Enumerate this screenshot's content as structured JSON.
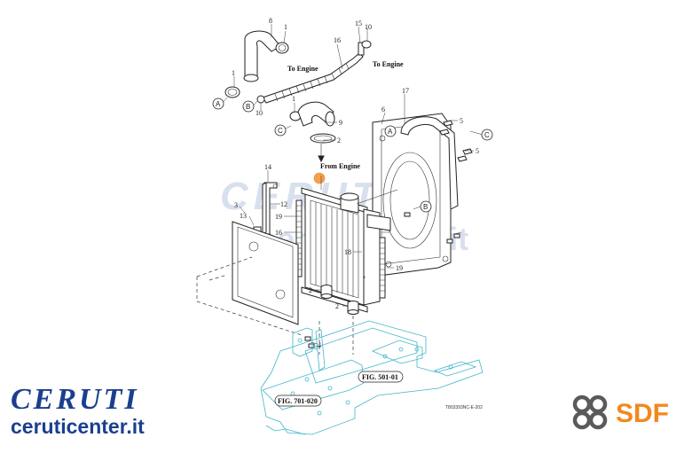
{
  "diagram": {
    "labels": {
      "n1a": "1",
      "n1b": "1",
      "n1c": "1",
      "n2a": "2",
      "n2b": "2",
      "n4": "4",
      "n5a": "5",
      "n5b": "5",
      "n6": "6",
      "n8": "8",
      "n9": "9",
      "n10a": "10",
      "n10b": "10",
      "n12": "12",
      "n13": "13",
      "n14": "14",
      "n15": "15",
      "n16": "16",
      "n16b": "16",
      "n17": "17",
      "n18": "18",
      "n19a": "19",
      "n19b": "19",
      "n3": "3"
    },
    "callouts": {
      "a1": "A",
      "a2": "A",
      "b1": "B",
      "b2": "B",
      "c1": "C",
      "c2": "C"
    },
    "notes": {
      "to_engine_1": "To Engine",
      "to_engine_2": "To Engine",
      "from_engine": "From Engine"
    },
    "figure_refs": {
      "fig_501": "FIG. 501-01",
      "fig_701": "FIG. 701-020"
    },
    "drawing_code": "T803393NC-E-202"
  },
  "watermark": {
    "line1": "CERUTI",
    "line2": "ceruticenter.it"
  },
  "brand": {
    "name": "CERUTI",
    "site": "ceruticenter.it"
  },
  "sdf_logo": {
    "text": "SDF"
  },
  "colors": {
    "brand_blue": "#1b3f8f",
    "sdf_orange": "#f08a1c",
    "sdf_grey": "#5a5a5a",
    "chassis_cyan": "#3fb6c9",
    "highlight_orange": "#f3a24b"
  }
}
